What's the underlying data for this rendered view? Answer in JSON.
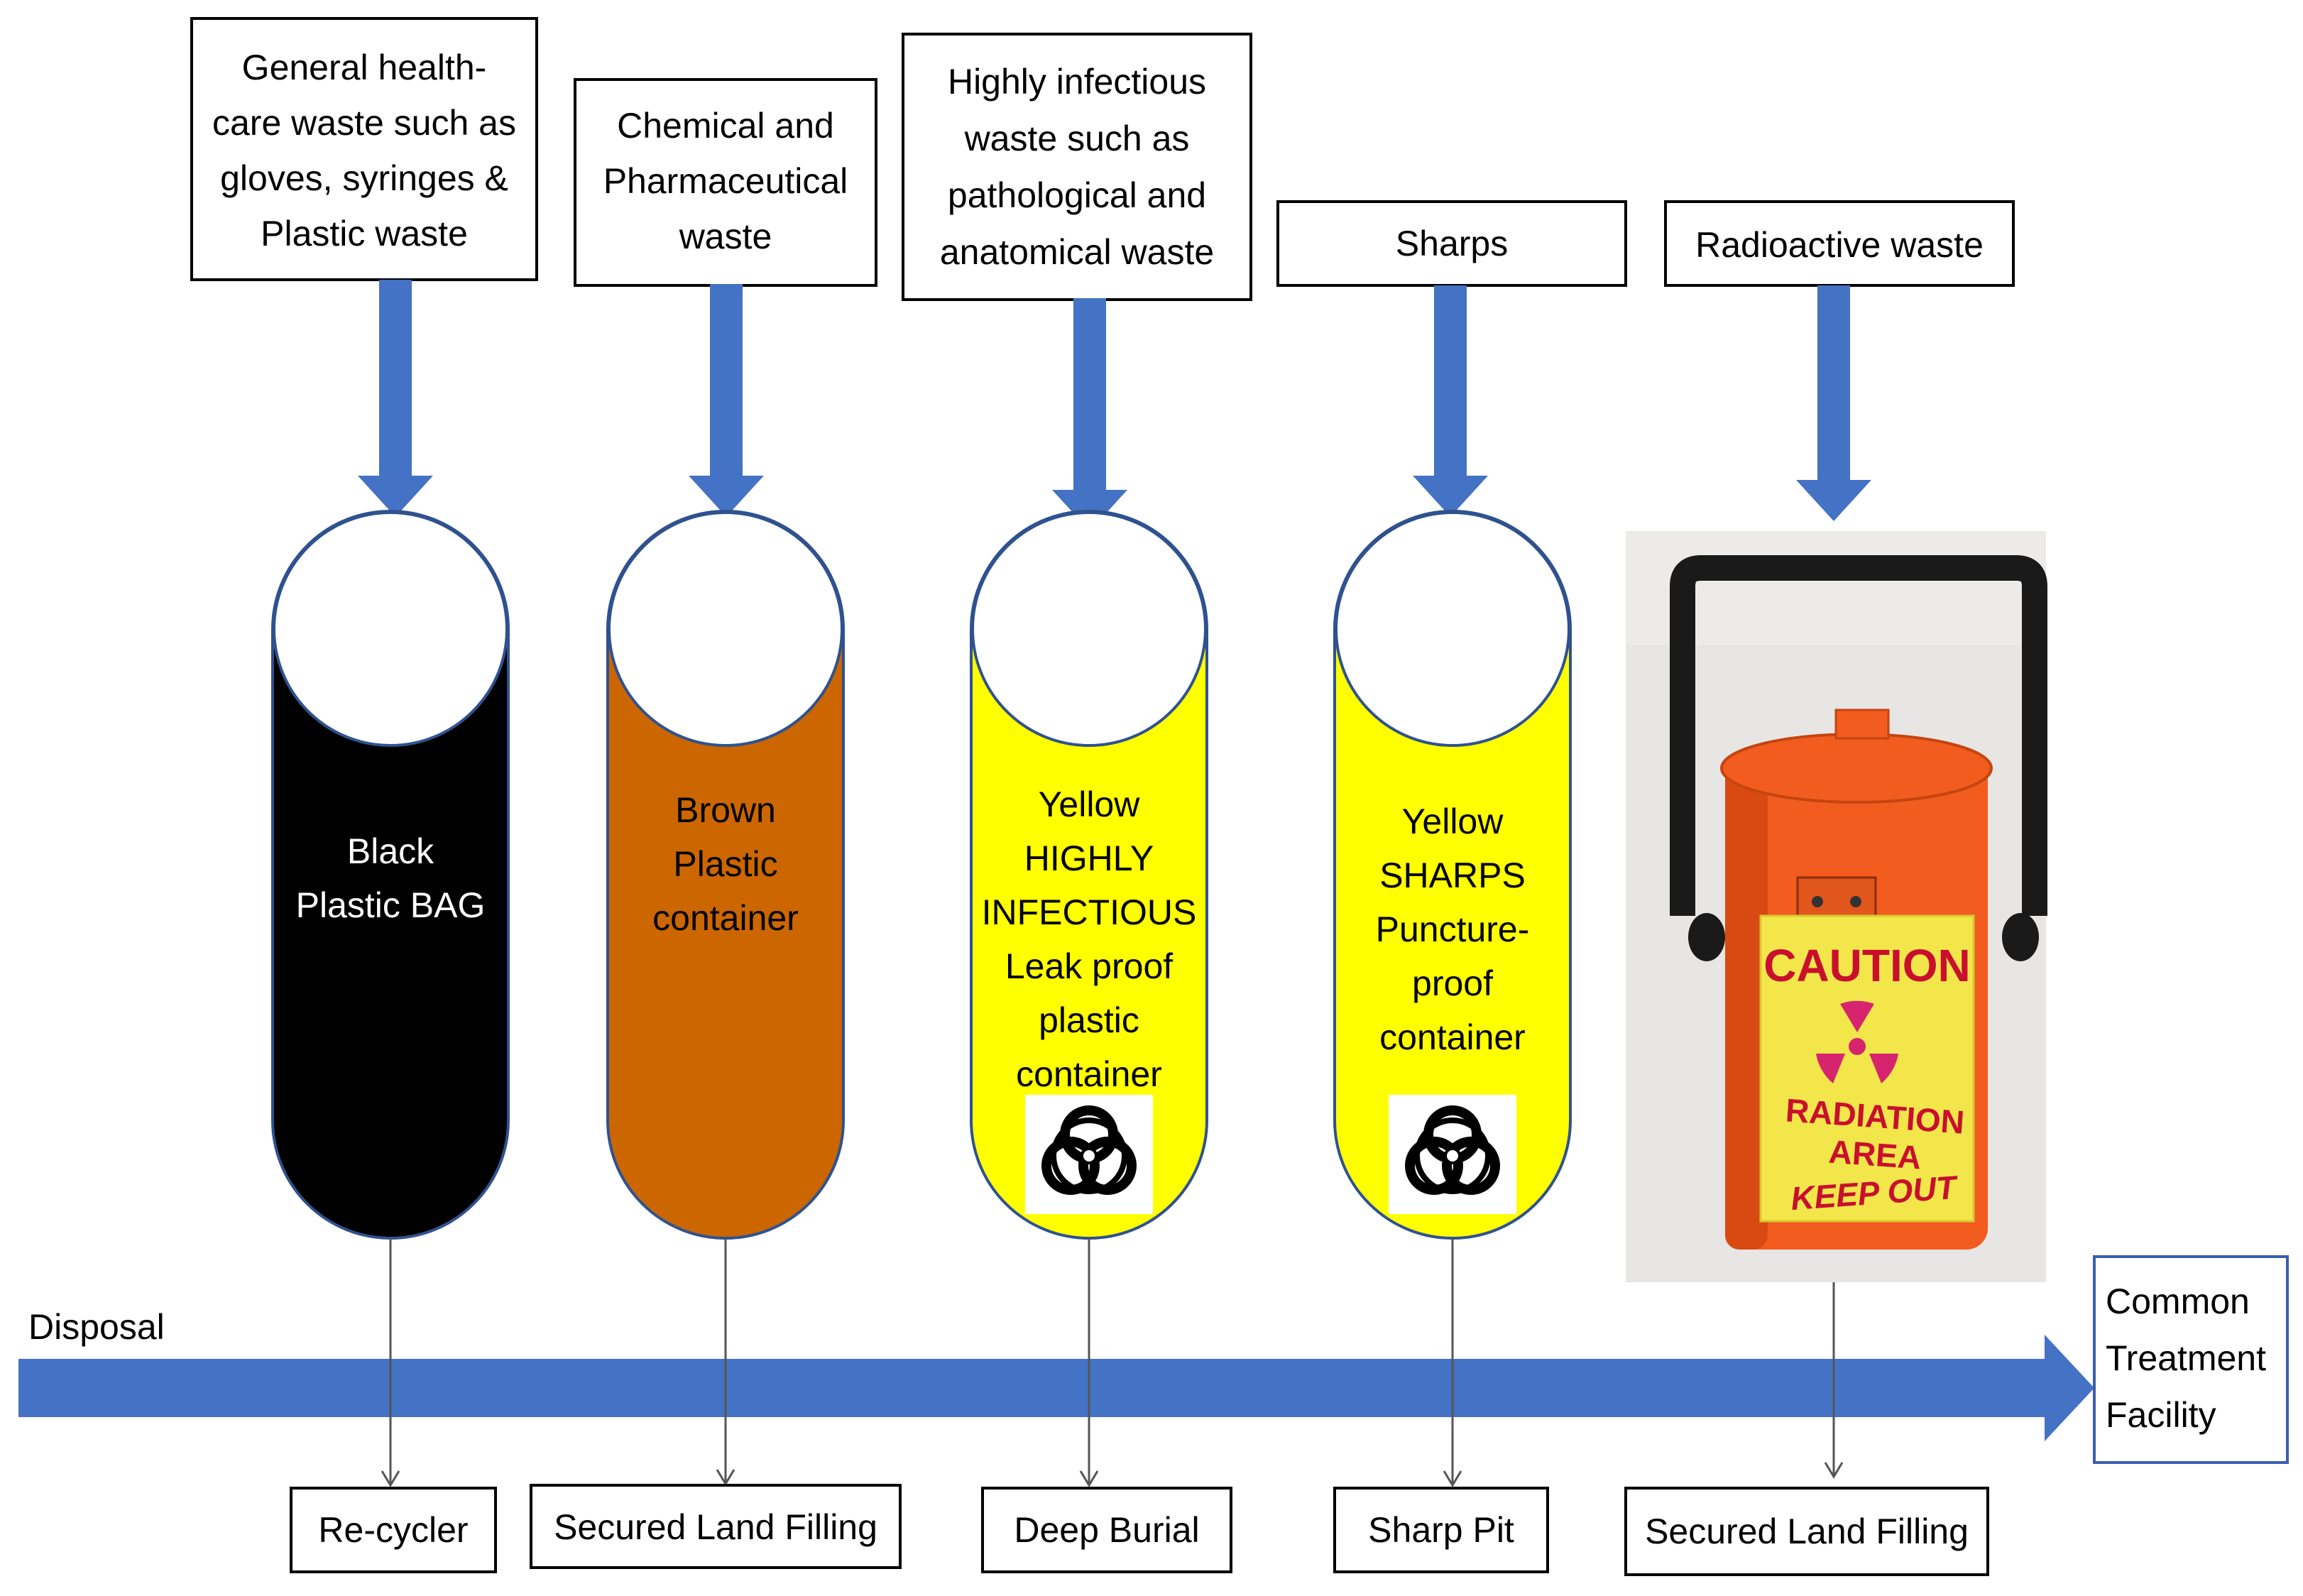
{
  "sources": [
    {
      "lines": [
        "General health-",
        "care waste such as",
        "gloves, syringes &",
        "Plastic waste"
      ]
    },
    {
      "lines": [
        "Chemical and",
        "Pharmaceutical",
        "waste"
      ]
    },
    {
      "lines": [
        "Highly infectious",
        "waste such as",
        "pathological and",
        "anatomical waste"
      ]
    },
    {
      "lines": [
        "Sharps"
      ]
    },
    {
      "lines": [
        "Radioactive waste"
      ]
    }
  ],
  "containers": [
    {
      "color": "#000000",
      "text_color": "#ffffff",
      "lines": [
        "Black",
        "Plastic BAG"
      ],
      "biohazard": false
    },
    {
      "color": "#cc6600",
      "text_color": "#000000",
      "lines": [
        "Brown",
        "Plastic",
        "container"
      ],
      "biohazard": false
    },
    {
      "color": "#ffff00",
      "text_color": "#000000",
      "lines": [
        "Yellow",
        "HIGHLY",
        "INFECTIOUS",
        "Leak proof",
        "plastic",
        "container"
      ],
      "biohazard": true
    },
    {
      "color": "#ffff00",
      "text_color": "#000000",
      "lines": [
        "Yellow",
        "SHARPS",
        "Puncture-",
        "proof",
        "container"
      ],
      "biohazard": true
    }
  ],
  "radioactive_can": {
    "color": "#f25c1f",
    "sign_lines": [
      "CAUTION",
      "RADIATION",
      "AREA",
      "KEEP OUT"
    ]
  },
  "disposal": {
    "label": "Disposal",
    "destination_lines": [
      "Common",
      "Treatment",
      "Facility"
    ]
  },
  "outcomes": [
    "Re-cycler",
    "Secured Land Filling",
    "Deep Burial",
    "Sharp Pit",
    "Secured Land Filling"
  ],
  "colors": {
    "arrow": "#4472c4",
    "destination_border": "#3a5fb0"
  }
}
